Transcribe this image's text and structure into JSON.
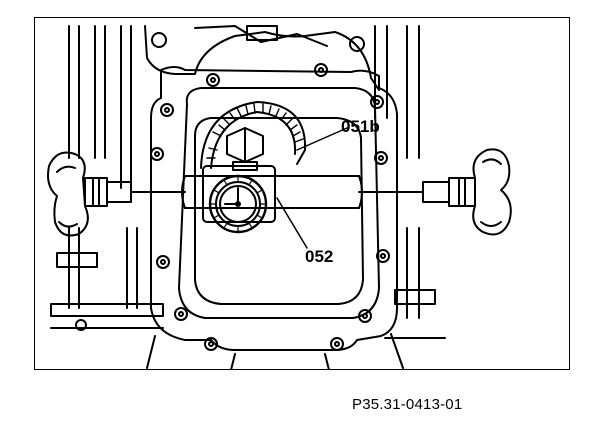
{
  "figure": {
    "reference_code": "P35.31-0413-01",
    "callouts": [
      {
        "id": "051b",
        "label": "051b"
      },
      {
        "id": "052",
        "label": "052"
      }
    ]
  }
}
